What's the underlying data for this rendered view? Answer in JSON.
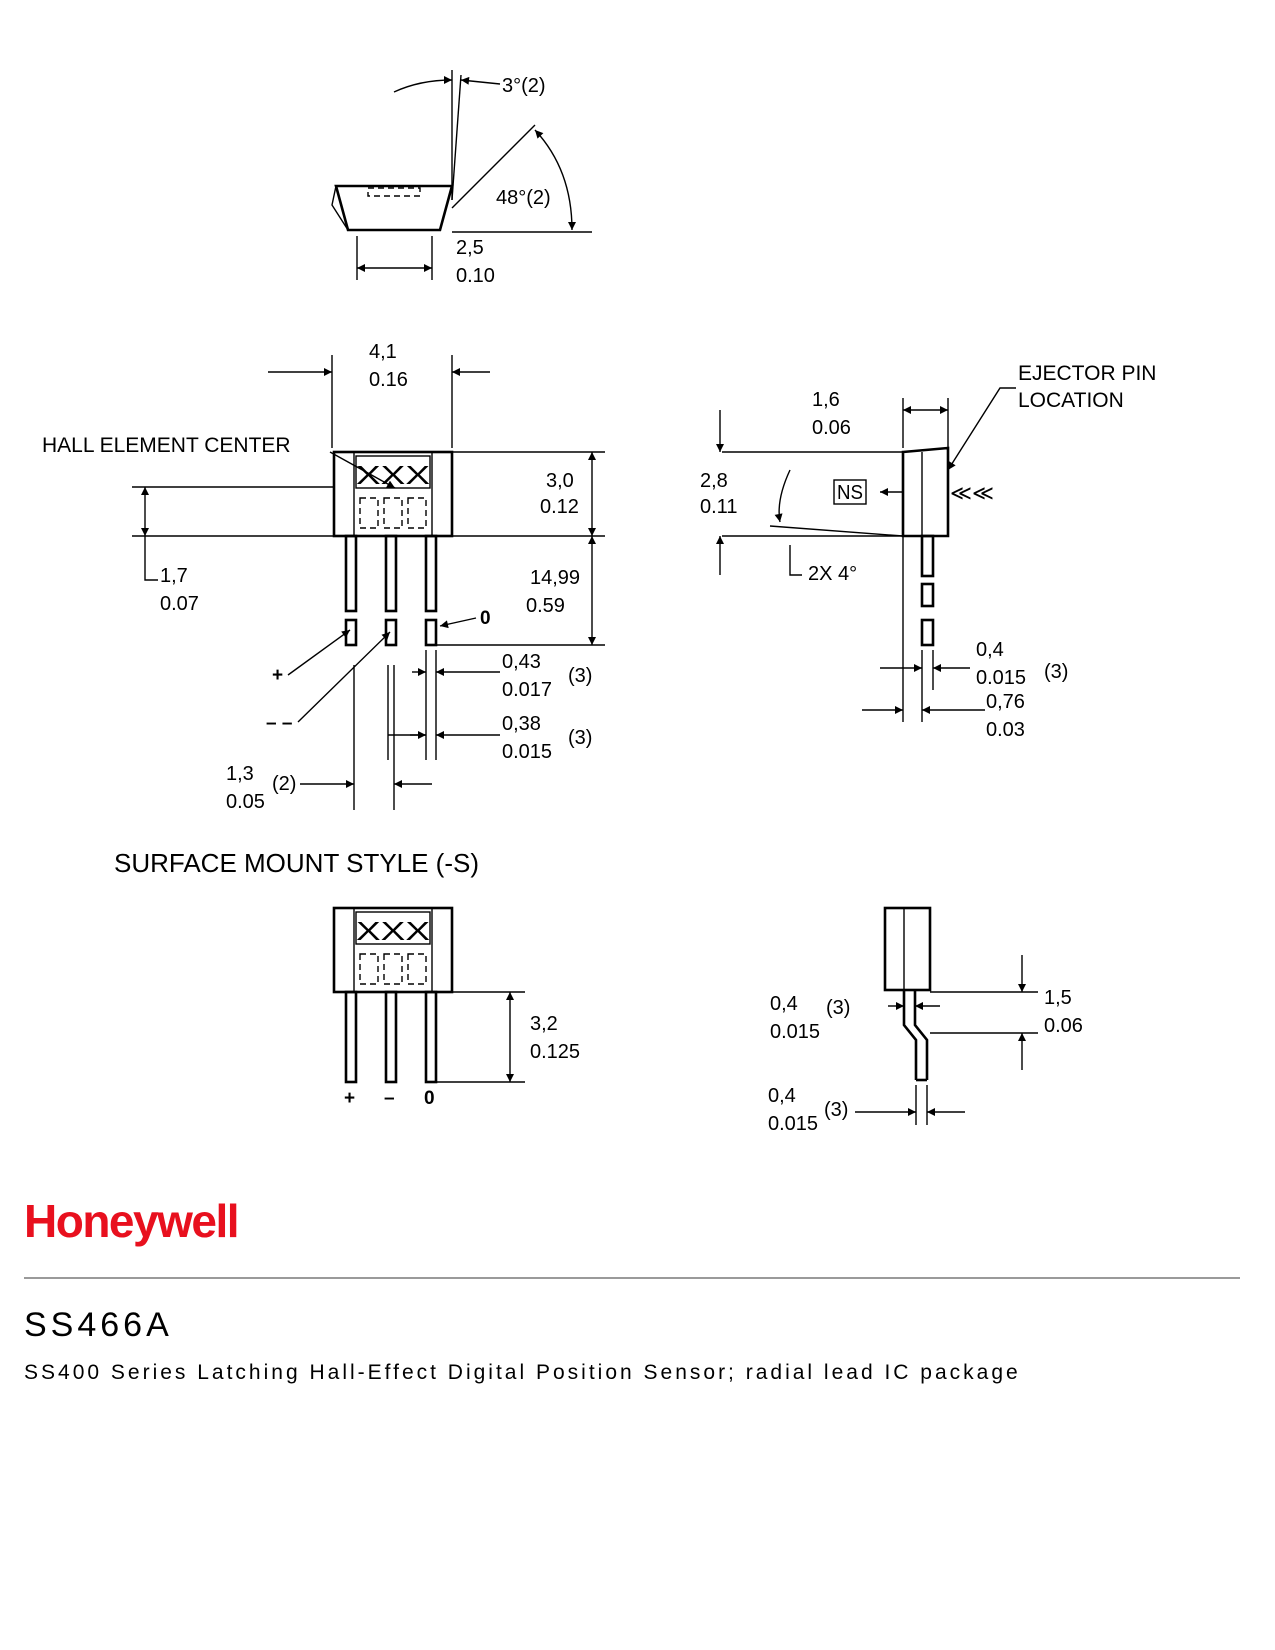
{
  "drawing": {
    "top_view": {
      "angle_small": "3°(2)",
      "angle_large": "48°(2)",
      "width_mm": "2,5",
      "width_in": "0.10"
    },
    "front_view": {
      "width_mm": "4,1",
      "width_in": "0.16",
      "hall_label": "HALL ELEMENT CENTER",
      "marking_top": "XXX",
      "height_mm": "3,0",
      "height_in": "0.12",
      "hall_mm": "1,7",
      "hall_in": "0.07",
      "lead_len_mm": "14,99",
      "lead_len_in": "0.59",
      "pin_out": "0",
      "pin_plus": "+",
      "pin_minus": "– –",
      "lead_w_mm": "0,43",
      "lead_w_in": "0.017",
      "lead_w_note": "(3)",
      "lead_t_mm": "0,38",
      "lead_t_in": "0.015",
      "lead_t_note": "(3)",
      "pitch_mm": "1,3",
      "pitch_in": "0.05",
      "pitch_note": "(2)"
    },
    "side_view": {
      "ejector_l1": "EJECTOR PIN",
      "ejector_l2": "LOCATION",
      "thick_mm": "1,6",
      "thick_in": "0.06",
      "height_mm": "2,8",
      "height_in": "0.11",
      "ns_label": "NS",
      "angle_note": "2X  4°",
      "lead_mm": "0,4",
      "lead_in": "0.015",
      "lead_note": "(3)",
      "off_mm": "0,76",
      "off_in": "0.03"
    },
    "smt_title": "SURFACE MOUNT STYLE (-S)",
    "smt_front": {
      "marking_top": "XXX",
      "lead_mm": "3,2",
      "lead_in": "0.125",
      "pins": [
        "+",
        "–",
        "0"
      ]
    },
    "smt_side": {
      "lead1_mm": "0,4",
      "lead1_in": "0.015",
      "lead1_note": "(3)",
      "bend_mm": "1,5",
      "bend_in": "0.06",
      "lead2_mm": "0,4",
      "lead2_in": "0.015",
      "lead2_note": "(3)"
    }
  },
  "brand": "Honeywell",
  "part_number": "SS466A",
  "description": "SS400 Series Latching Hall-Effect Digital Position Sensor; radial lead IC package",
  "colors": {
    "brand": "#e8101e",
    "rule": "#9a9a9a"
  }
}
